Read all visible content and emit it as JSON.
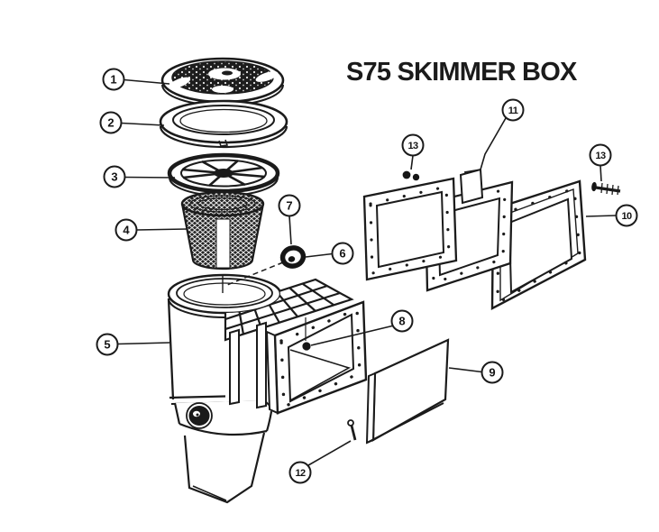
{
  "title": "S75 SKIMMER BOX",
  "colors": {
    "ink": "#1b1b1b",
    "background": "#ffffff"
  },
  "callouts": [
    {
      "number": "1"
    },
    {
      "number": "2"
    },
    {
      "number": "3"
    },
    {
      "number": "4"
    },
    {
      "number": "5"
    },
    {
      "number": "6"
    },
    {
      "number": "7"
    },
    {
      "number": "8"
    },
    {
      "number": "9"
    },
    {
      "number": "10"
    },
    {
      "number": "11"
    },
    {
      "number": "12"
    },
    {
      "number": "13"
    },
    {
      "number": "13"
    }
  ]
}
